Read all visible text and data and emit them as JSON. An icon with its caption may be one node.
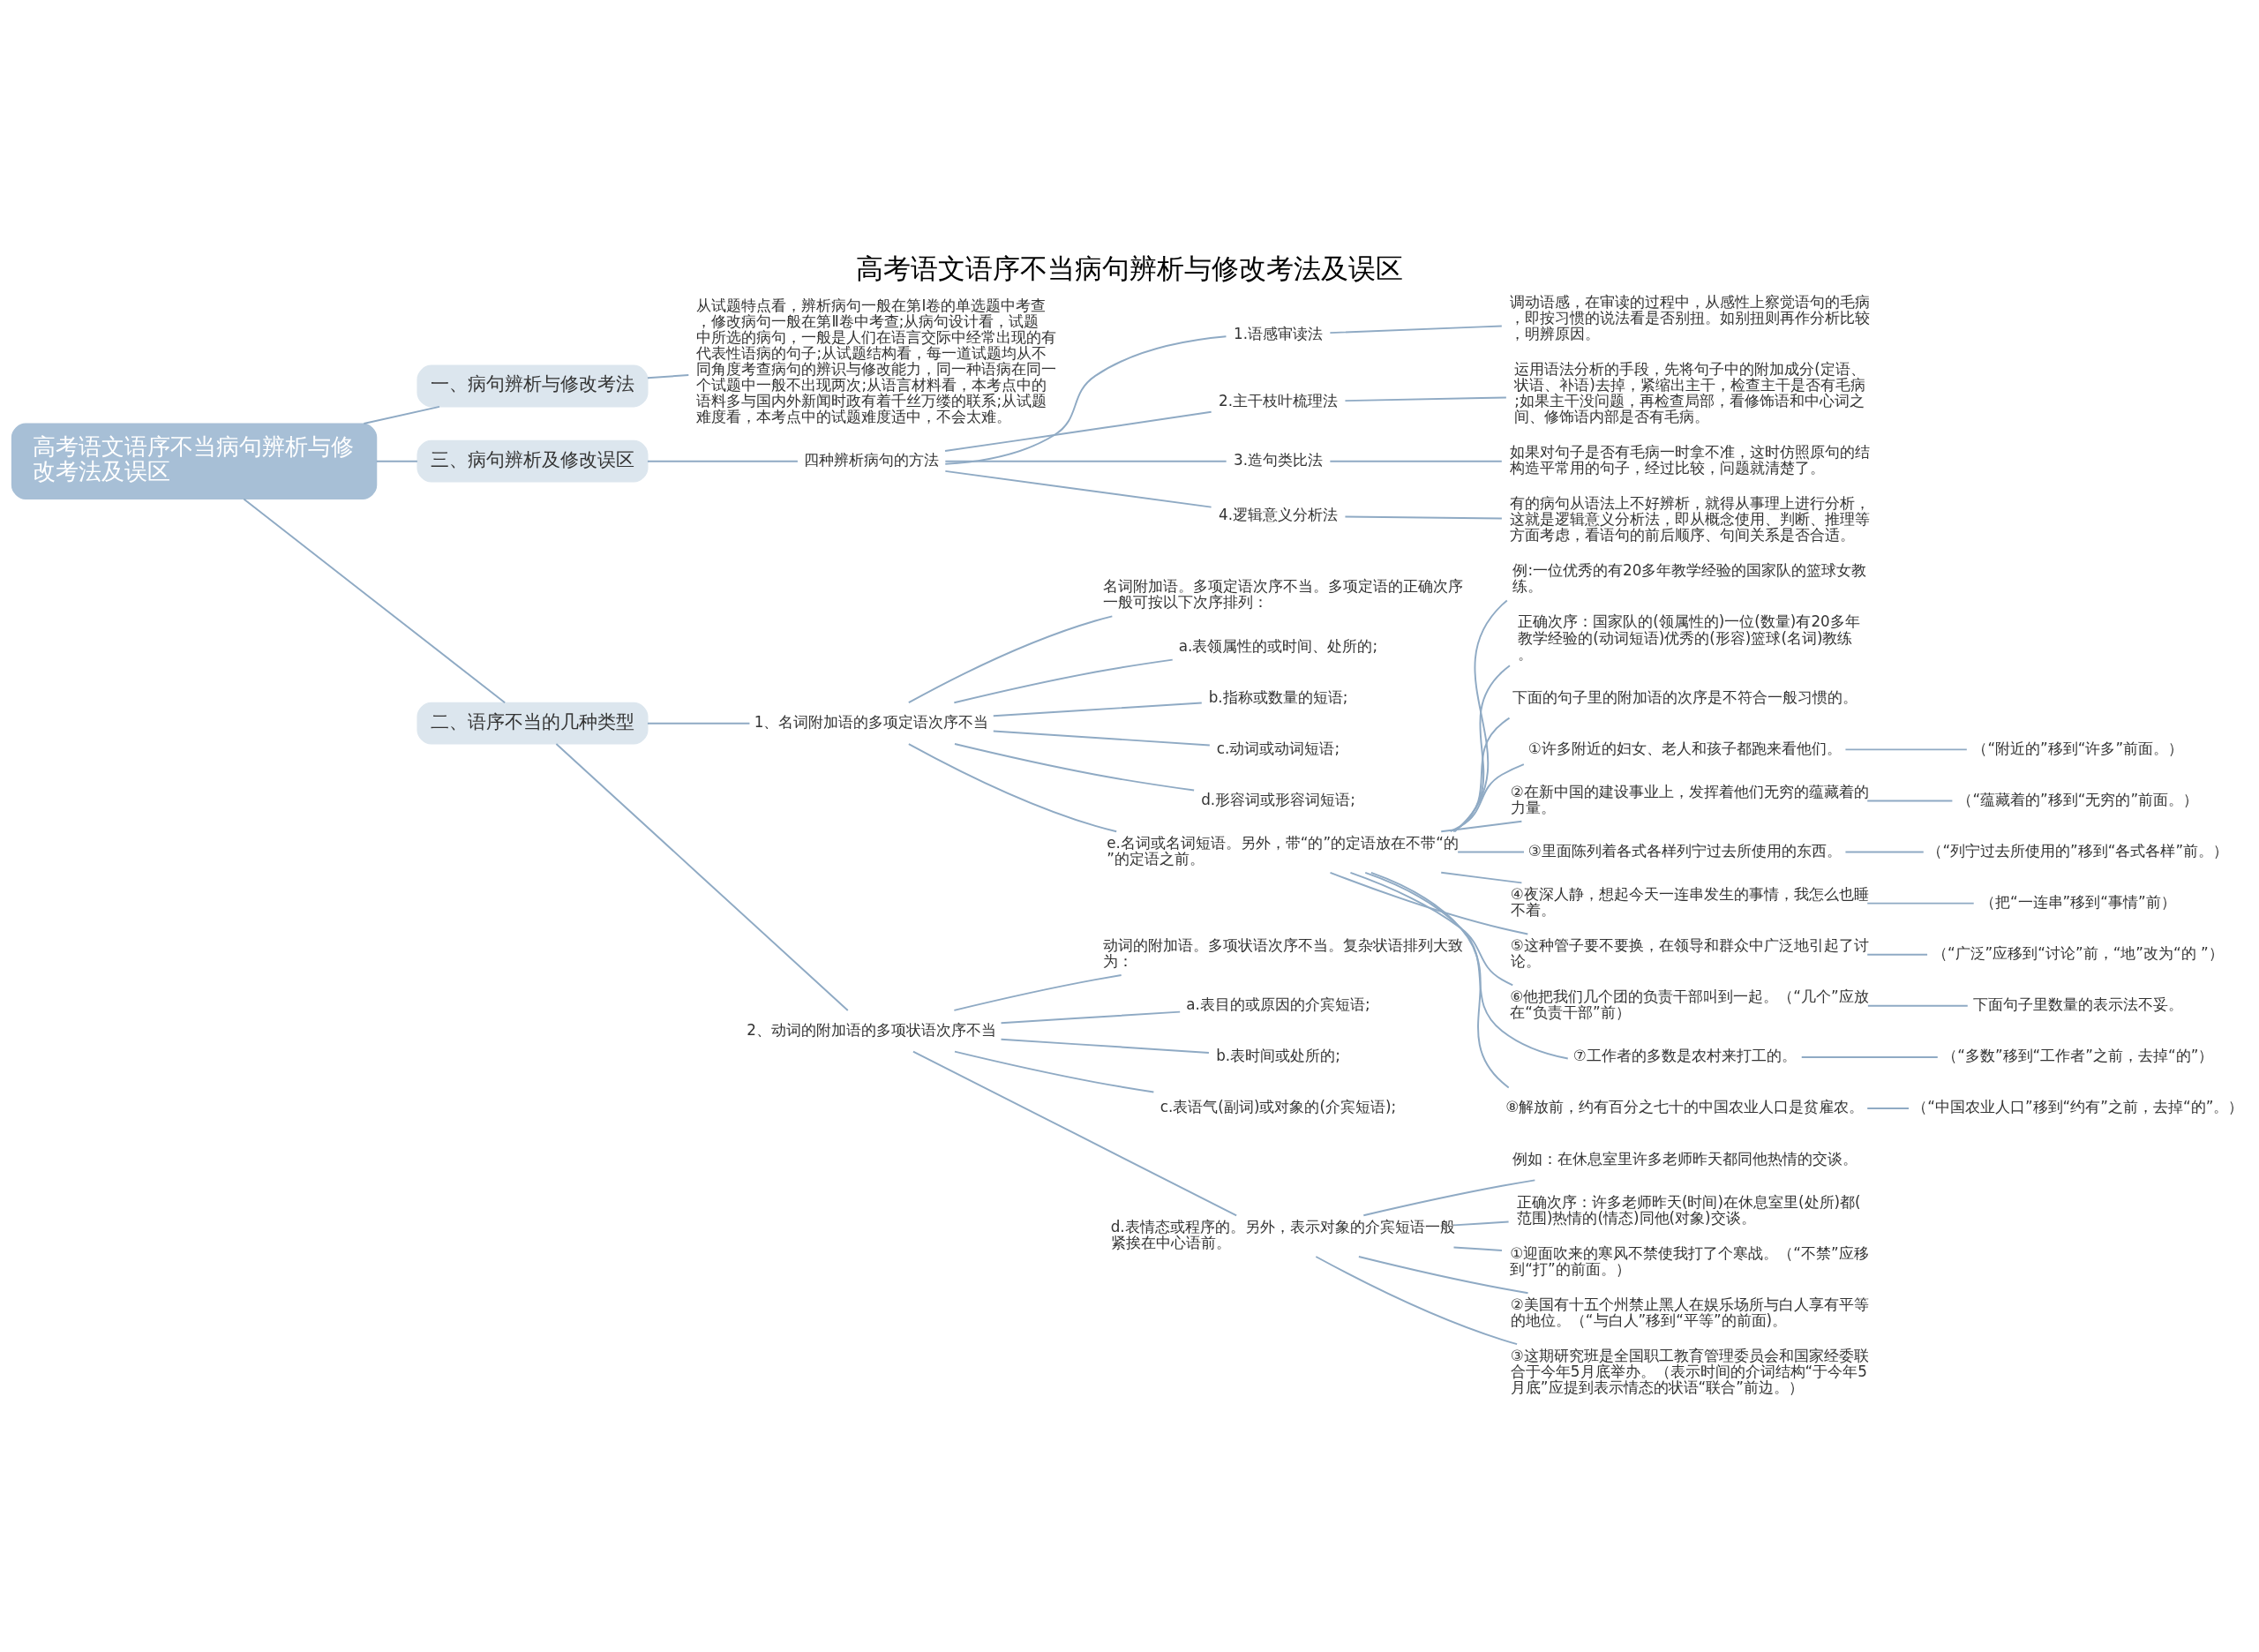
{
  "diagram": {
    "title": "高考语文语序不当病句辨析与修改考法及误区",
    "nodes": [
      {
        "text": [
          "高考语文语序不当病句辨析与修改考法及误区"
        ]
      },
      {
        "text": [
          "一、病句辨析与修改考法"
        ]
      },
      {
        "text": [
          "从试题特点看，辨析病句一般在第Ⅰ卷的单选题中考查，修改病句一般在第Ⅱ卷中考查;从病句设计看，试题中所选的病句，一般是人们在语言交际中经常出现的有代表性语病的句子;从试题结构看，每一道试题均从不同角度考查病句的辨识与修改能力，同一种语病在同一个试题中一般不出现两次;从语言材料看，本考点中的语料多与国内外新闻时政有着千丝万缕的联系;从试题难度看，本考点中的试题难度适中，不会太难。"
        ]
      },
      {
        "text": [
          "三、病句辨析及修改误区"
        ]
      },
      {
        "text": [
          "四种辨析病句的方法"
        ]
      },
      {
        "text": [
          "1.语感审读法"
        ]
      },
      {
        "text": [
          "调动语感，在审读的过程中，从感性上察觉语句的毛病，即按习惯的说法看是否别扭。如别扭则再作分析比较，明辨原因。"
        ]
      },
      {
        "text": [
          "2.主干枝叶梳理法"
        ]
      },
      {
        "text": [
          "运用语法分析的手段，先将句子中的附加成分(定语、状语、补语)去掉，紧缩出主干，检查主干是否有毛病;如果主干没问题，再检查局部，看修饰语和中心词之间、修饰语内部是否有毛病。"
        ]
      },
      {
        "text": [
          "3.造句类比法"
        ]
      },
      {
        "text": [
          "如果对句子是否有毛病一时拿不准，这时仿照原句的结构造平常用的句子，经过比较，问题就清楚了。"
        ]
      },
      {
        "text": [
          "4.逻辑意义分析法"
        ]
      },
      {
        "text": [
          "有的病句从语法上不好辨析，就得从事理上进行分析，这就是逻辑意义分析法，即从概念使用、判断、推理等方面考虑，看语句的前后顺序、句间关系是否合适。"
        ]
      },
      {
        "text": [
          "二、语序不当的几种类型"
        ]
      },
      {
        "text": [
          "1、名词附加语的多项定语次序不当"
        ]
      },
      {
        "text": [
          "名词附加语。多项定语次序不当。多项定语的正确次序一般可按以下次序排列："
        ]
      },
      {
        "text": [
          "a.表领属性的或时间、处所的;"
        ]
      },
      {
        "text": [
          "b.指称或数量的短语;"
        ]
      },
      {
        "text": [
          "c.动词或动词短语;"
        ]
      },
      {
        "text": [
          "d.形容词或形容词短语;"
        ]
      },
      {
        "text": [
          "e.名词或名词短语。另外，带“的”的定语放在不带“的”的定语之前。"
        ]
      },
      {
        "text": [
          "例:一位优秀的有20多年教学经验的国家队的篮球女教练。"
        ]
      },
      {
        "text": [
          "正确次序：国家队的(领属性的)一位(数量)有20多年教学经验的(动词短语)优秀的(形容)篮球(名词)教练。"
        ]
      },
      {
        "text": [
          "下面的句子里的附加语的次序是不符合一般习惯的。"
        ]
      },
      {
        "text": [
          "①许多附近的妇女、老人和孩子都跑来看他们。"
        ]
      },
      {
        "text": [
          "（“附近的”移到“许多”前面。）"
        ]
      },
      {
        "text": [
          "②在新中国的建设事业上，发挥着他们无穷的蕴藏着的力量。"
        ]
      },
      {
        "text": [
          "（“蕴藏着的”移到“无穷的”前面。）"
        ]
      },
      {
        "text": [
          "③里面陈列着各式各样列宁过去所使用的东西。"
        ]
      },
      {
        "text": [
          "（“列宁过去所使用的”移到“各式各样”前。）"
        ]
      },
      {
        "text": [
          "④夜深人静，想起今天一连串发生的事情，我怎么也睡不着。"
        ]
      },
      {
        "text": [
          "（把“一连串”移到“事情”前）"
        ]
      },
      {
        "text": [
          "⑤这种管子要不要换，在领导和群众中广泛地引起了讨论。"
        ]
      },
      {
        "text": [
          "（“广泛”应移到“讨论”前，“地”改为“的 ”）"
        ]
      },
      {
        "text": [
          "⑥他把我们几个团的负责干部叫到一起。（“几个”应放在“负责干部”前）"
        ]
      },
      {
        "text": [
          "下面句子里数量的表示法不妥。"
        ]
      },
      {
        "text": [
          "⑦工作者的多数是农村来打工的。"
        ]
      },
      {
        "text": [
          "（“多数”移到“工作者”之前，去掉“的”）"
        ]
      },
      {
        "text": [
          "⑧解放前，约有百分之七十的中国农业人口是贫雇农。"
        ]
      },
      {
        "text": [
          "（“中国农业人口”移到“约有”之前，去掉“的”。）"
        ]
      },
      {
        "text": [
          "2、动词的附加语的多项状语次序不当"
        ]
      },
      {
        "text": [
          "动词的附加语。多项状语次序不当。复杂状语排列大致为："
        ]
      },
      {
        "text": [
          "a.表目的或原因的介宾短语;"
        ]
      },
      {
        "text": [
          "b.表时间或处所的;"
        ]
      },
      {
        "text": [
          "c.表语气(副词)或对象的(介宾短语);"
        ]
      },
      {
        "text": [
          "d.表情态或程序的。另外，表示对象的介宾短语一般紧挨在中心语前。"
        ]
      },
      {
        "text": [
          "例如：在休息室里许多老师昨天都同他热情的交谈。"
        ]
      },
      {
        "text": [
          "正确次序：许多老师昨天(时间)在休息室里(处所)都(范围)热情的(情态)同他(对象)交谈。"
        ]
      },
      {
        "text": [
          "①迎面吹来的寒风不禁使我打了个寒战。（“不禁”应移到“打”的前面。）"
        ]
      },
      {
        "text": [
          "②美国有十五个州禁止黑人在娱乐场所与白人享有平等的地位。（“与白人”移到“平等”的前面)。"
        ]
      },
      {
        "text": [
          "③这期研究班是全国职工教育管理委员会和国家经委联合于今年5月底举办。（表示时间的介词结构“于今年5月底”应提到表示情态的状语“联合”前边。）"
        ]
      }
    ],
    "edges": [
      {
        "from": 0,
        "to": 1,
        "arrow": "none"
      },
      {
        "from": 1,
        "to": 2,
        "arrow": "none"
      },
      {
        "from": 0,
        "to": 3,
        "arrow": "none"
      },
      {
        "from": 3,
        "to": 4,
        "arrow": "none"
      },
      {
        "from": 4,
        "to": 5,
        "arrow": "none"
      },
      {
        "from": 5,
        "to": 6,
        "arrow": "none"
      },
      {
        "from": 4,
        "to": 7,
        "arrow": "none"
      },
      {
        "from": 7,
        "to": 8,
        "arrow": "none"
      },
      {
        "from": 4,
        "to": 9,
        "arrow": "none"
      },
      {
        "from": 9,
        "to": 10,
        "arrow": "none"
      },
      {
        "from": 4,
        "to": 11,
        "arrow": "none"
      },
      {
        "from": 11,
        "to": 12,
        "arrow": "none"
      },
      {
        "from": 0,
        "to": 13,
        "arrow": "none"
      },
      {
        "from": 13,
        "to": 14,
        "arrow": "none"
      },
      {
        "from": 14,
        "to": 15,
        "arrow": "none"
      },
      {
        "from": 14,
        "to": 16,
        "arrow": "none"
      },
      {
        "from": 14,
        "to": 17,
        "arrow": "none"
      },
      {
        "from": 14,
        "to": 18,
        "arrow": "none"
      },
      {
        "from": 14,
        "to": 19,
        "arrow": "none"
      },
      {
        "from": 14,
        "to": 20,
        "arrow": "none"
      },
      {
        "from": 20,
        "to": 21,
        "arrow": "none"
      },
      {
        "from": 20,
        "to": 22,
        "arrow": "none"
      },
      {
        "from": 20,
        "to": 23,
        "arrow": "none"
      },
      {
        "from": 20,
        "to": 24,
        "arrow": "none"
      },
      {
        "from": 24,
        "to": 25,
        "arrow": "none"
      },
      {
        "from": 20,
        "to": 26,
        "arrow": "none"
      },
      {
        "from": 26,
        "to": 27,
        "arrow": "none"
      },
      {
        "from": 20,
        "to": 28,
        "arrow": "none"
      },
      {
        "from": 28,
        "to": 29,
        "arrow": "none"
      },
      {
        "from": 20,
        "to": 30,
        "arrow": "none"
      },
      {
        "from": 30,
        "to": 31,
        "arrow": "none"
      },
      {
        "from": 20,
        "to": 32,
        "arrow": "none"
      },
      {
        "from": 32,
        "to": 33,
        "arrow": "none"
      },
      {
        "from": 20,
        "to": 34,
        "arrow": "none"
      },
      {
        "from": 34,
        "to": 35,
        "arrow": "none"
      },
      {
        "from": 20,
        "to": 36,
        "arrow": "none"
      },
      {
        "from": 36,
        "to": 37,
        "arrow": "none"
      },
      {
        "from": 20,
        "to": 38,
        "arrow": "none"
      },
      {
        "from": 38,
        "to": 39,
        "arrow": "none"
      },
      {
        "from": 13,
        "to": 40,
        "arrow": "none"
      },
      {
        "from": 40,
        "to": 41,
        "arrow": "none"
      },
      {
        "from": 40,
        "to": 42,
        "arrow": "none"
      },
      {
        "from": 40,
        "to": 43,
        "arrow": "none"
      },
      {
        "from": 40,
        "to": 44,
        "arrow": "none"
      },
      {
        "from": 40,
        "to": 45,
        "arrow": "none"
      },
      {
        "from": 45,
        "to": 46,
        "arrow": "none"
      },
      {
        "from": 45,
        "to": 47,
        "arrow": "none"
      },
      {
        "from": 45,
        "to": 48,
        "arrow": "none"
      },
      {
        "from": 45,
        "to": 49,
        "arrow": "none"
      },
      {
        "from": 45,
        "to": 50,
        "arrow": "none"
      }
    ]
  }
}
